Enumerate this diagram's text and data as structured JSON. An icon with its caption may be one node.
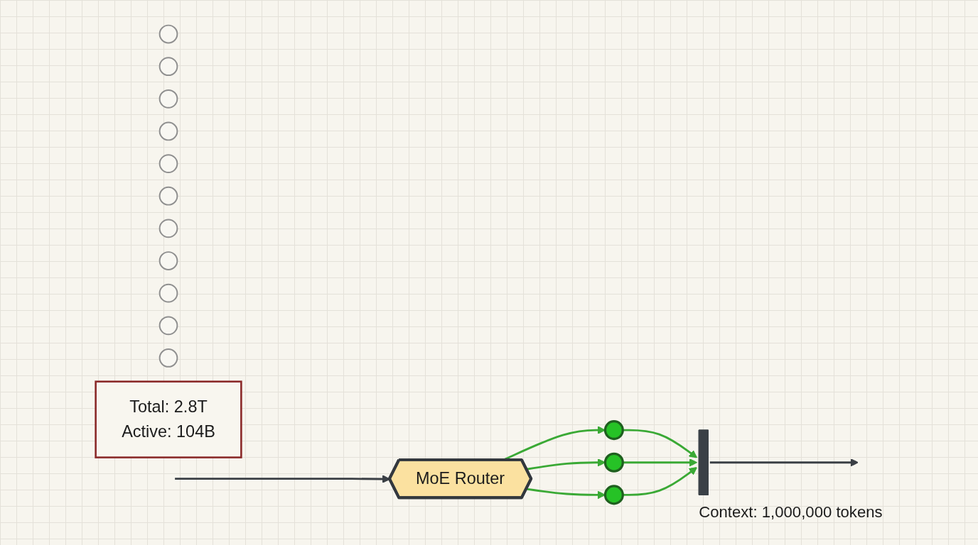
{
  "diagram": {
    "nodes": [
      {
        "text": [
          "MoE Router"
        ]
      },
      {
        "text": [],
        "shape": "circle"
      },
      {
        "text": [],
        "shape": "circle"
      },
      {
        "text": [],
        "shape": "circle"
      },
      {
        "text": [],
        "shape": "circle"
      },
      {
        "text": [],
        "shape": "circle"
      },
      {
        "text": [],
        "shape": "circle"
      },
      {
        "text": [],
        "shape": "circle"
      },
      {
        "text": [],
        "shape": "circle"
      },
      {
        "text": [],
        "shape": "circle"
      },
      {
        "text": [],
        "shape": "circle"
      },
      {
        "text": [],
        "shape": "circle"
      },
      {
        "text": [],
        "shape": "circle"
      },
      {
        "text": [],
        "shape": "circle"
      },
      {
        "text": [],
        "shape": "circle"
      },
      {
        "text": [],
        "shape": "bar",
        "beside": [
          "Context: 1,000,000 tokens"
        ]
      },
      {
        "text": [
          "Total: 2.8T",
          "Active: 104B"
        ]
      }
    ],
    "edges": [
      {
        "from": null,
        "to": 0,
        "arrow": "to",
        "color": "#3a3f45"
      },
      {
        "from": 0,
        "to": 1,
        "arrow": "to"
      },
      {
        "from": 0,
        "to": 7,
        "arrow": "to"
      },
      {
        "from": 0,
        "to": 12,
        "arrow": "to"
      },
      {
        "from": 1,
        "to": 15,
        "arrow": "to"
      },
      {
        "from": 7,
        "to": 15,
        "arrow": "to"
      },
      {
        "from": 12,
        "to": 15,
        "arrow": "to"
      },
      {
        "from": 15,
        "to": null,
        "arrow": "to",
        "color": "#3a3f45"
      }
    ]
  }
}
